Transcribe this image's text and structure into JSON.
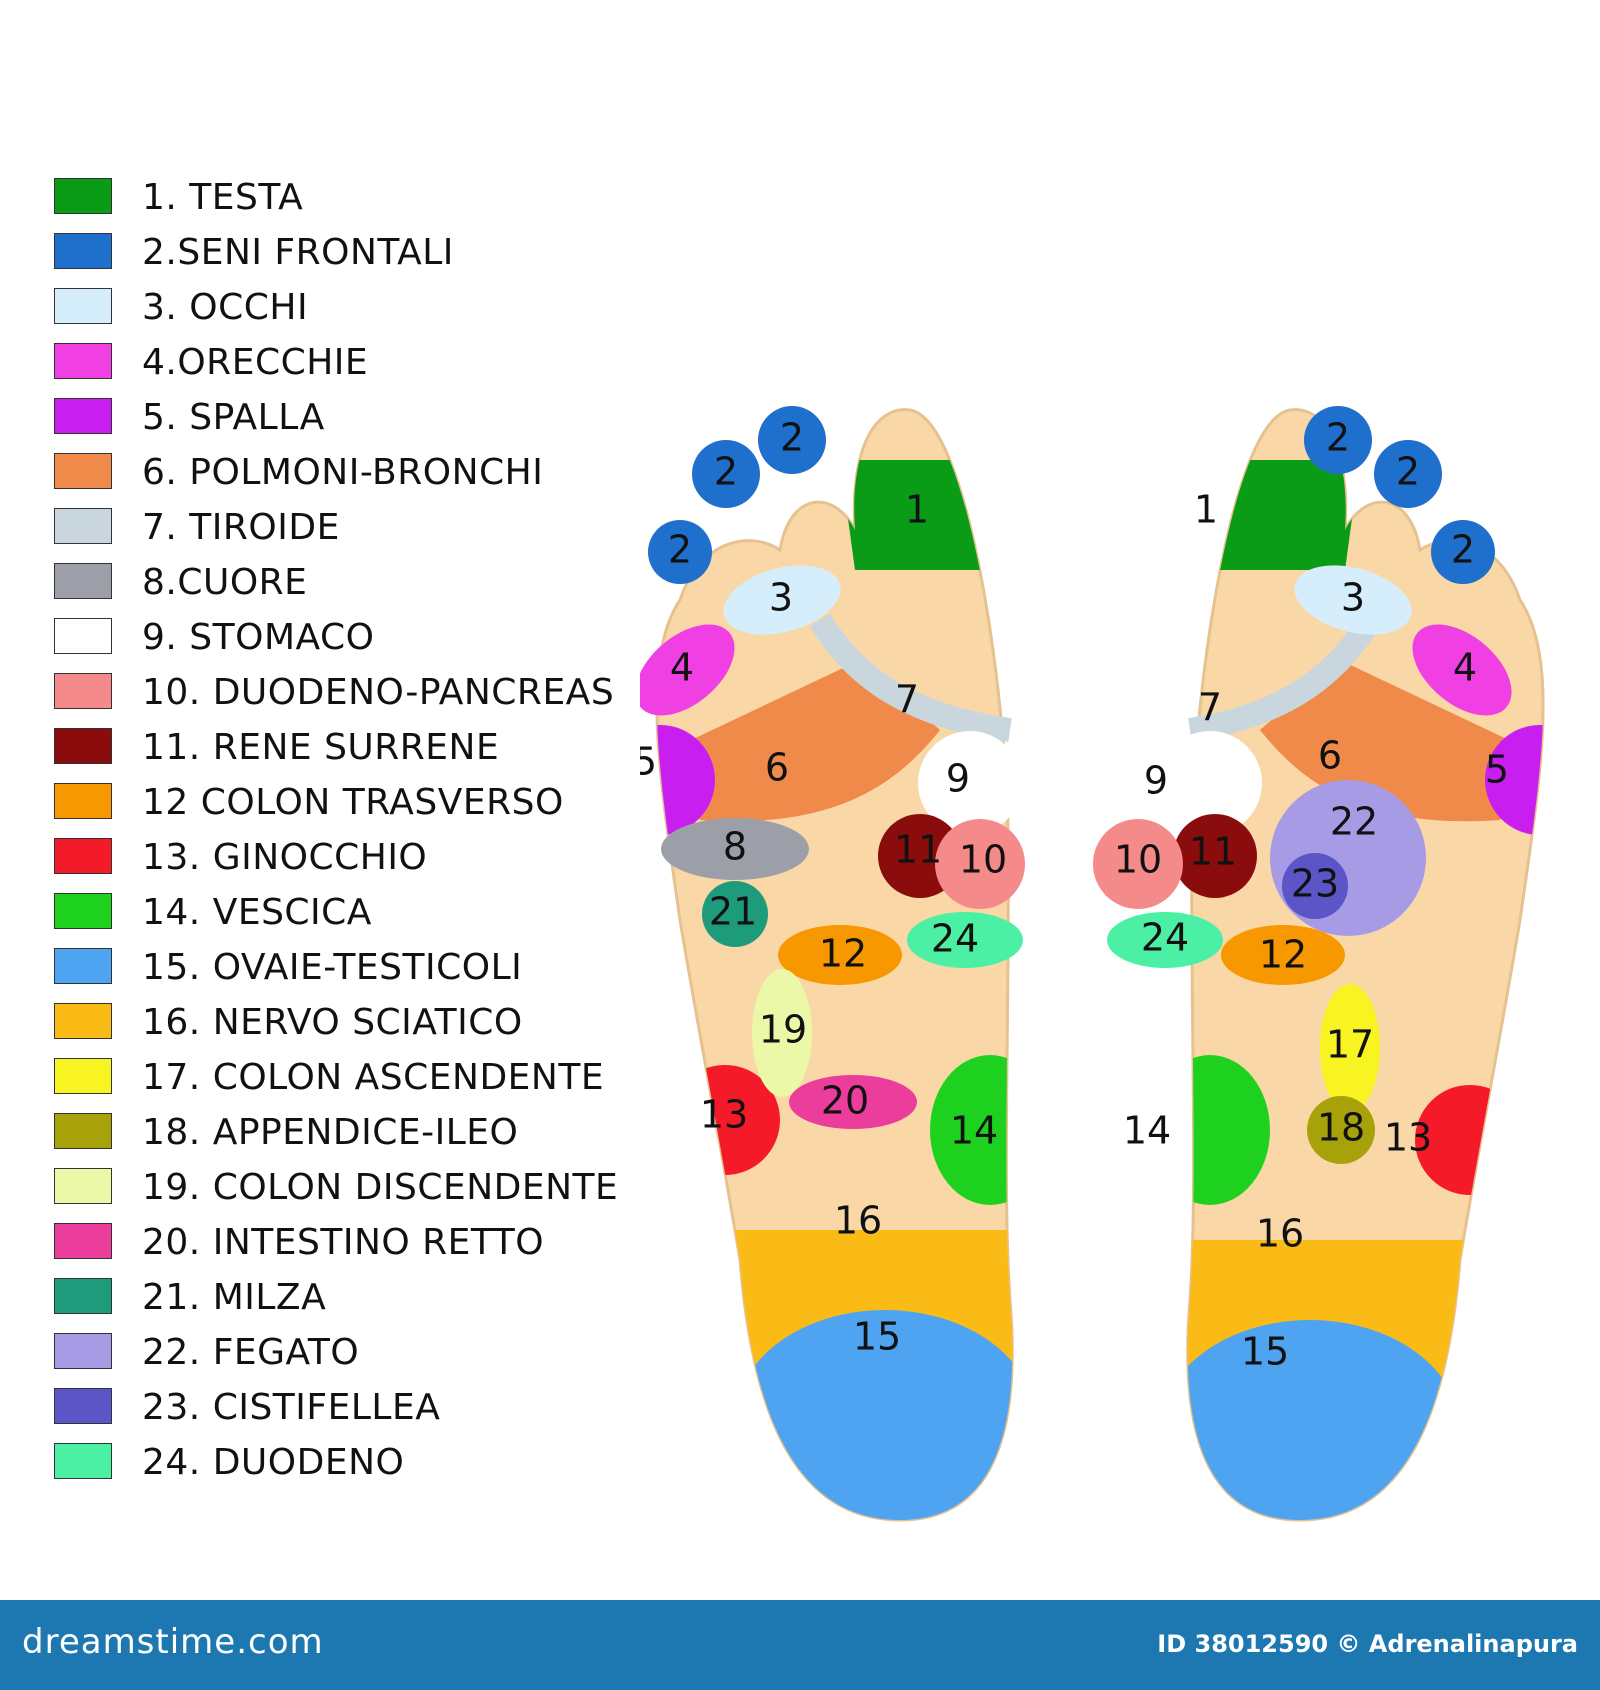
{
  "legend": [
    {
      "label": "1. TESTA",
      "color": "#0a9c16"
    },
    {
      "label": "2.SENI FRONTALI",
      "color": "#1f6fcc"
    },
    {
      "label": "3. OCCHI",
      "color": "#d6eefb"
    },
    {
      "label": "4.ORECCHIE",
      "color": "#f03fe3"
    },
    {
      "label": "5. SPALLA",
      "color": "#c91ef0"
    },
    {
      "label": "6. POLMONI-BRONCHI",
      "color": "#f08a4a"
    },
    {
      "label": "7. TIROIDE",
      "color": "#c9d6de"
    },
    {
      "label": "8.CUORE",
      "color": "#9d9fa8"
    },
    {
      "label": "9. STOMACO",
      "color": "#ffffff"
    },
    {
      "label": "10. DUODENO-PANCREAS",
      "color": "#f58a8a"
    },
    {
      "label": "11. RENE SURRENE",
      "color": "#8a0c0c"
    },
    {
      "label": "12 COLON TRASVERSO",
      "color": "#f79800"
    },
    {
      "label": "13. GINOCCHIO",
      "color": "#f41a2a"
    },
    {
      "label": "14. VESCICA",
      "color": "#1fd11f"
    },
    {
      "label": "15. OVAIE-TESTICOLI",
      "color": "#4fa4f2"
    },
    {
      "label": "16. NERVO SCIATICO",
      "color": "#fbbb16"
    },
    {
      "label": "17. COLON ASCENDENTE",
      "color": "#f8f422"
    },
    {
      "label": "18.  APPENDICE-ILEO",
      "color": "#a8a20a"
    },
    {
      "label": "19. COLON DISCENDENTE",
      "color": "#eaf8a8"
    },
    {
      "label": "20. INTESTINO RETTO",
      "color": "#ea3d9c"
    },
    {
      "label": "21. MILZA",
      "color": "#1e9b7a"
    },
    {
      "label": "22. FEGATO",
      "color": "#a89be6"
    },
    {
      "label": "23. CISTIFELLEA",
      "color": "#5b55c8"
    },
    {
      "label": "24. DUODENO",
      "color": "#4cf0a4"
    }
  ],
  "zone_numbers": {
    "n1": "1",
    "n2": "2",
    "n3": "3",
    "n4": "4",
    "n5": "5",
    "n6": "6",
    "n7": "7",
    "n8": "8",
    "n9": "9",
    "n10": "10",
    "n11": "11",
    "n12": "12",
    "n13": "13",
    "n14": "14",
    "n15": "15",
    "n16": "16",
    "n17": "17",
    "n18": "18",
    "n19": "19",
    "n20": "20",
    "n21": "21",
    "n22": "22",
    "n23": "23",
    "n24": "24"
  },
  "colors": {
    "skin": "#fad7a6",
    "skin_outline": "#e6c290",
    "footer_bg": "#1d78b1"
  },
  "footer": {
    "brand": "dreamstime.com",
    "id_text": "ID 38012590 © Adrenalinapura"
  }
}
